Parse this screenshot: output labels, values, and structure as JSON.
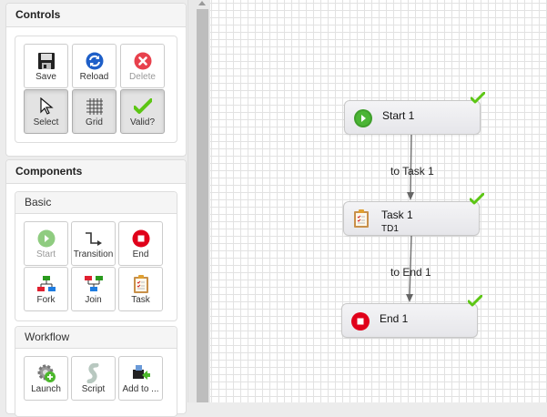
{
  "controls": {
    "title": "Controls",
    "buttons": [
      {
        "label": "Save",
        "icon": "floppy-disk-icon",
        "active": false
      },
      {
        "label": "Reload",
        "icon": "reload-icon",
        "active": false
      },
      {
        "label": "Delete",
        "icon": "delete-icon",
        "active": false,
        "disabled": true
      },
      {
        "label": "Select",
        "icon": "cursor-icon",
        "active": true
      },
      {
        "label": "Grid",
        "icon": "grid-icon",
        "active": true
      },
      {
        "label": "Valid?",
        "icon": "checkmark-icon",
        "active": true
      }
    ]
  },
  "components": {
    "title": "Components",
    "basic": {
      "title": "Basic",
      "items": [
        {
          "label": "Start",
          "icon": "start-icon",
          "disabled": true
        },
        {
          "label": "Transition",
          "icon": "transition-icon"
        },
        {
          "label": "End",
          "icon": "end-icon"
        },
        {
          "label": "Fork",
          "icon": "fork-icon"
        },
        {
          "label": "Join",
          "icon": "join-icon"
        },
        {
          "label": "Task",
          "icon": "task-clipboard-icon"
        }
      ]
    },
    "workflow": {
      "title": "Workflow",
      "items": [
        {
          "label": "Launch",
          "icon": "launch-gear-icon"
        },
        {
          "label": "Script",
          "icon": "script-icon"
        },
        {
          "label": "Add to ...",
          "icon": "add-to-icon"
        }
      ]
    }
  },
  "canvas": {
    "nodes": [
      {
        "id": "start",
        "title": "Start 1",
        "subtitle": "",
        "valid": true
      },
      {
        "id": "task",
        "title": "Task 1",
        "subtitle": "TD1",
        "valid": true
      },
      {
        "id": "end",
        "title": "End 1",
        "subtitle": "",
        "valid": true
      }
    ],
    "edges": [
      {
        "label": "to Task 1"
      },
      {
        "label": "to End 1"
      }
    ]
  },
  "colors": {
    "valid_check": "#5cc614",
    "start_green": "#3f9f2b",
    "end_red": "#e0001a",
    "reload_blue": "#1e5fc8",
    "grid_line": "#e2e2e2"
  }
}
